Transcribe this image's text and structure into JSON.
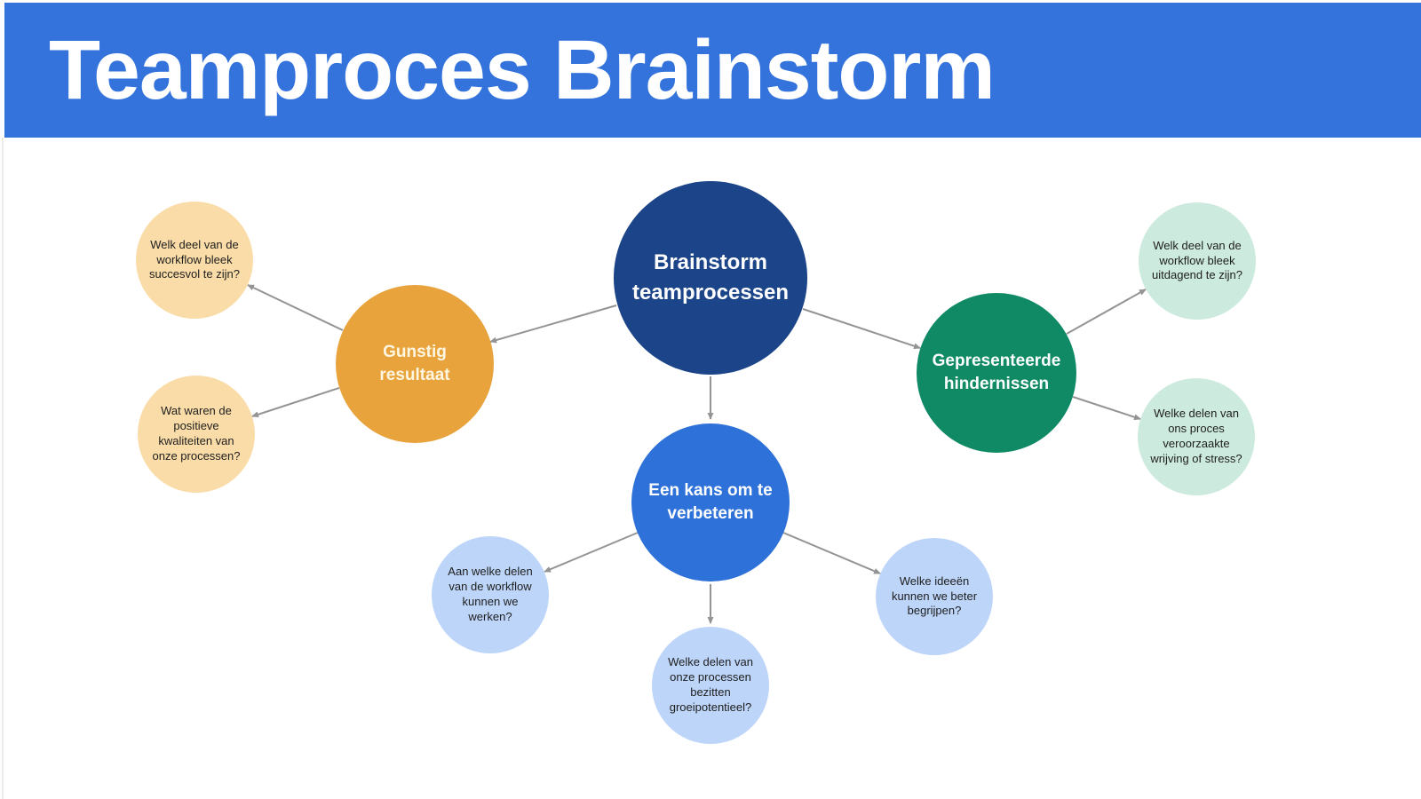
{
  "header": {
    "title": "Teamproces Brainstorm"
  },
  "palette": {
    "banner_blue": "#3373DB",
    "root_dark_blue": "#1B4489",
    "favorable_orange": "#E8A33D",
    "obstacles_green": "#0F8A64",
    "improve_blue": "#2E71D8",
    "leaf_peach": "#FADCA8",
    "leaf_mint": "#CCEADD",
    "leaf_light_blue": "#BDD5F8",
    "connector_gray": "#949494"
  },
  "nodes": {
    "root": {
      "label": "Brainstorm teamprocessen",
      "color": "#1B4489"
    },
    "favorable": {
      "label": "Gunstig resultaat",
      "color": "#E8A33D"
    },
    "obstacles": {
      "label": "Gepresenteerde hindernissen",
      "color": "#0F8A64"
    },
    "improve": {
      "label": "Een kans om te verbeteren",
      "color": "#2E71D8"
    },
    "leaf_success": {
      "label": "Welk deel van de workflow bleek succesvol te zijn?",
      "color": "#FADCA8"
    },
    "leaf_qualities": {
      "label": "Wat waren de positieve kwaliteiten van onze processen?",
      "color": "#FADCA8"
    },
    "leaf_challenging": {
      "label": "Welk deel van de workflow bleek uitdagend te zijn?",
      "color": "#CCEADD"
    },
    "leaf_friction": {
      "label": "Welke delen van ons proces veroorzaakte wrijving of stress?",
      "color": "#CCEADD"
    },
    "leaf_work_on": {
      "label": "Aan welke delen van de workflow kunnen we werken?",
      "color": "#BDD5F8"
    },
    "leaf_growth": {
      "label": "Welke delen van onze processen bezitten groeipotentieel?",
      "color": "#BDD5F8"
    },
    "leaf_understand": {
      "label": "Welke ideeën kunnen we beter begrijpen?",
      "color": "#BDD5F8"
    }
  }
}
